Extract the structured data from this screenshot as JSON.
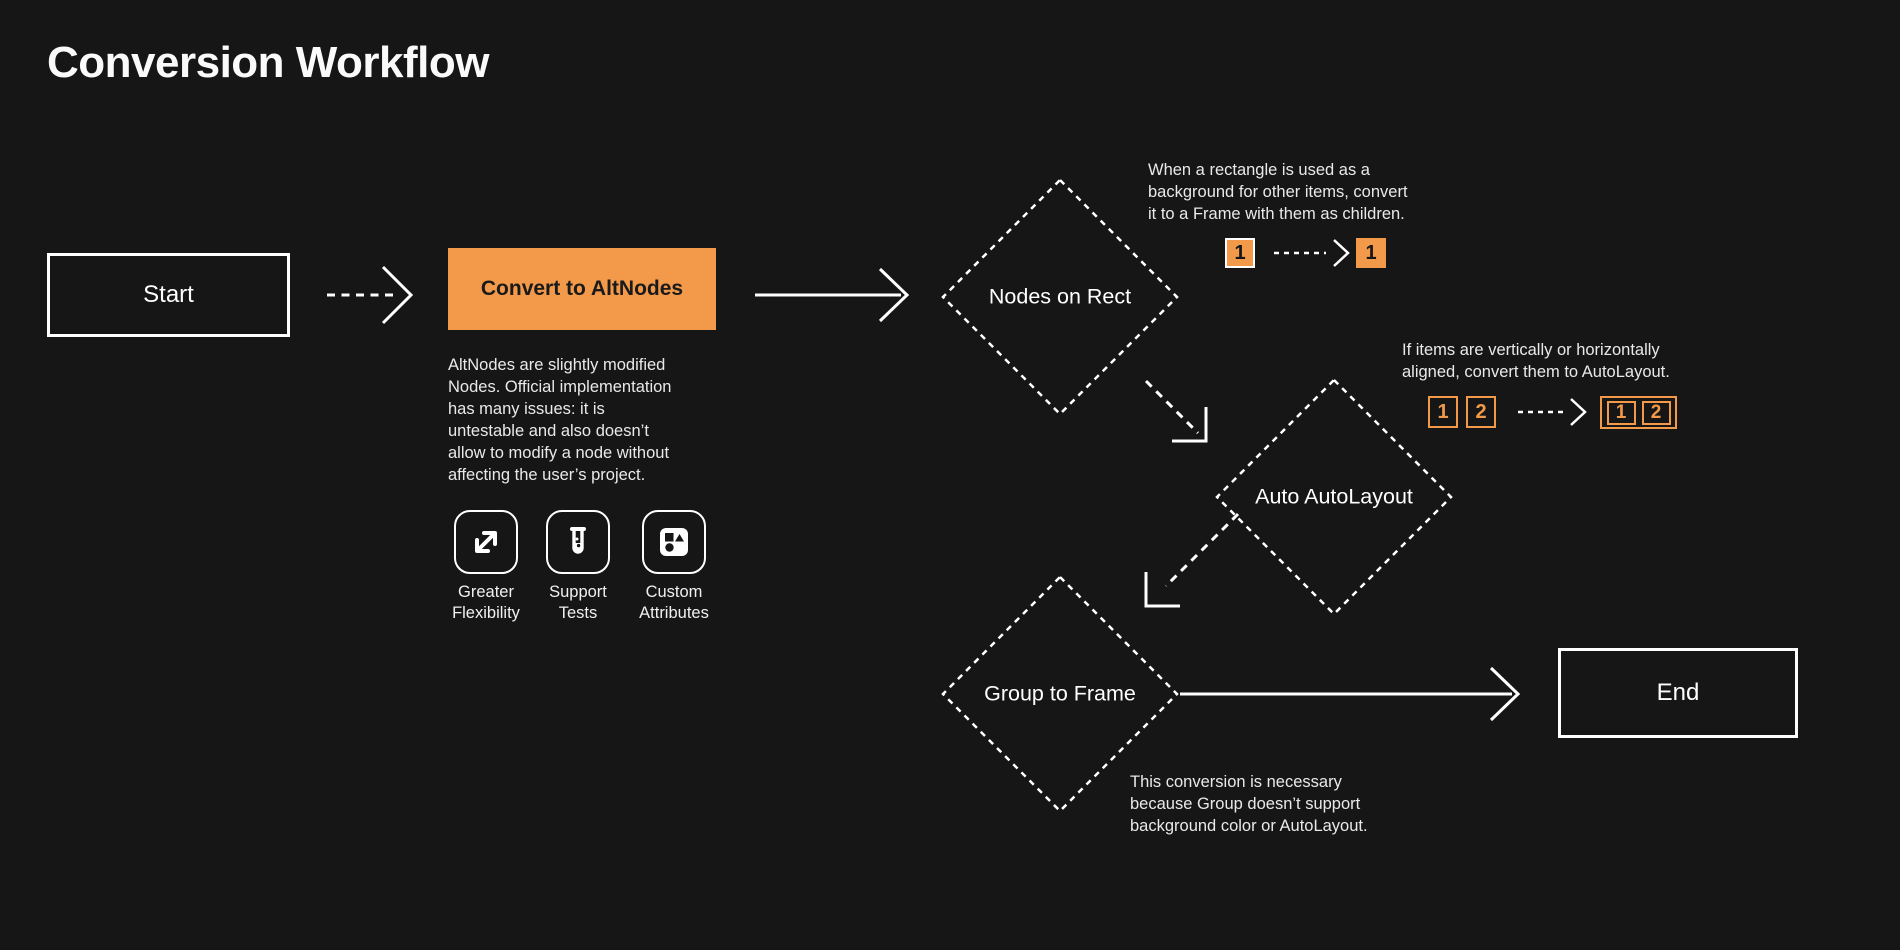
{
  "page": {
    "title": "Conversion Workflow",
    "background": "#161616"
  },
  "palette": {
    "accent": "#F2994A",
    "line": "#FFFFFF",
    "text": "#E9E9E9",
    "dark_text": "#1A1A1A"
  },
  "nodes": {
    "start": "Start",
    "convert": "Convert to AltNodes",
    "nodes_on_rect": "Nodes on Rect",
    "auto_autolayout": "Auto AutoLayout",
    "group_to_frame": "Group to Frame",
    "end": "End"
  },
  "convert_description": "AltNodes are slightly modified\nNodes. Official implementation\nhas many issues: it is\nuntestable and also doesn’t\nallow to modify a node without\naffecting the user’s project.",
  "features": [
    {
      "icon": "expand-arrows-icon",
      "label": "Greater\nFlexibility"
    },
    {
      "icon": "test-tube-icon",
      "label": "Support\nTests"
    },
    {
      "icon": "shapes-icon",
      "label": "Custom\nAttributes"
    }
  ],
  "annotations": {
    "nodes_on_rect": "When a rectangle is used as a\nbackground for other items, convert\nit to a Frame with them as children.",
    "auto_autolayout": "If items are vertically or horizontally\naligned, convert them to AutoLayout.",
    "group_to_frame": "This conversion is necessary\nbecause Group doesn’t support\nbackground color or AutoLayout."
  },
  "examples": {
    "rect": {
      "before": "1",
      "after": "1"
    },
    "autolayout": {
      "before": [
        "1",
        "2"
      ],
      "after": [
        "1",
        "2"
      ]
    }
  }
}
